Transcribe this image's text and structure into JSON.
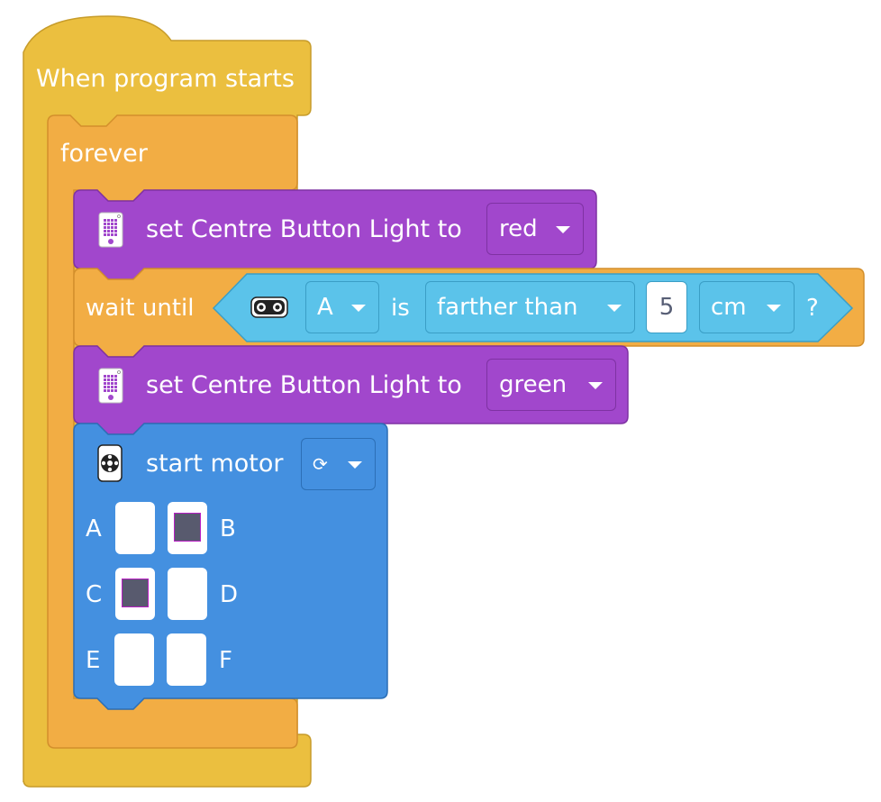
{
  "hat": {
    "label": "When program starts"
  },
  "forever": {
    "label": "forever"
  },
  "block1": {
    "label": "set Centre Button Light to",
    "value": "red"
  },
  "wait": {
    "label": "wait until",
    "port": "A",
    "is_label": "is",
    "comparison": "farther than",
    "distance": "5",
    "unit": "cm",
    "suffix": "?"
  },
  "block2": {
    "label": "set Centre Button Light to",
    "value": "green"
  },
  "motor": {
    "label": "start motor",
    "direction_symbol": "⟳",
    "ports": [
      {
        "name": "A",
        "selected": false
      },
      {
        "name": "B",
        "selected": true
      },
      {
        "name": "C",
        "selected": true
      },
      {
        "name": "D",
        "selected": false
      },
      {
        "name": "E",
        "selected": false
      },
      {
        "name": "F",
        "selected": false
      }
    ]
  },
  "colors": {
    "events": "#ebbf3f",
    "control": "#f2ad44",
    "light": "#a147cc",
    "sensor": "#5bc3ea",
    "motor": "#4490e0"
  }
}
